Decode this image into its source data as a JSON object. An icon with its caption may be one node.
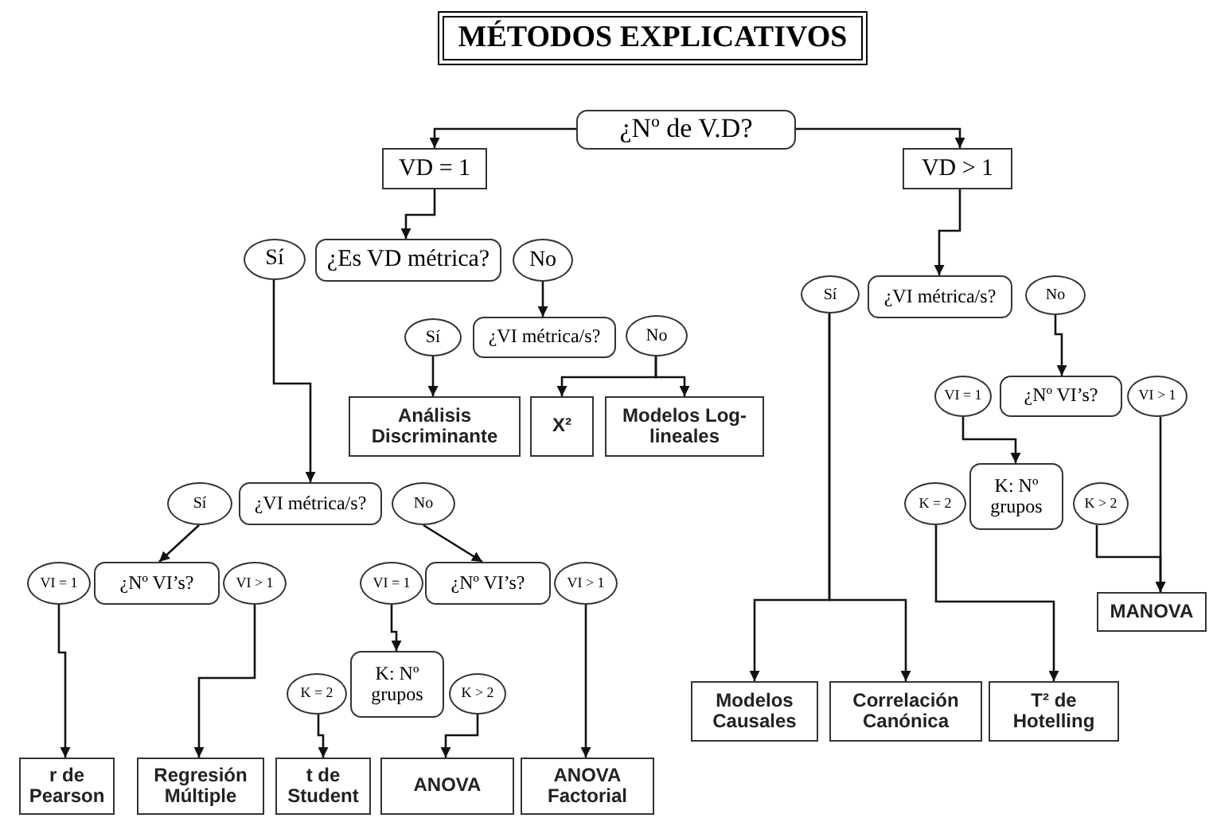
{
  "diagram": {
    "title": "MÉTODOS EXPLICATIVOS",
    "nodes": [
      {
        "text": [
          "¿Nº de V.D?"
        ]
      },
      {
        "text": [
          "VD = 1"
        ]
      },
      {
        "text": [
          "VD > 1"
        ]
      },
      {
        "text": [
          "Sí"
        ]
      },
      {
        "text": [
          "¿Es VD métrica?"
        ]
      },
      {
        "text": [
          "No"
        ]
      },
      {
        "text": [
          "Sí"
        ]
      },
      {
        "text": [
          "¿VI métrica/s?"
        ]
      },
      {
        "text": [
          "No"
        ]
      },
      {
        "text": [
          "Análisis Discriminante"
        ]
      },
      {
        "text": [
          "X²"
        ]
      },
      {
        "text": [
          "Modelos Log-lineales"
        ]
      },
      {
        "text": [
          "Sí"
        ]
      },
      {
        "text": [
          "¿VI métrica/s?"
        ]
      },
      {
        "text": [
          "No"
        ]
      },
      {
        "text": [
          "VI = 1"
        ]
      },
      {
        "text": [
          "¿Nº VI’s?"
        ]
      },
      {
        "text": [
          "VI > 1"
        ]
      },
      {
        "text": [
          "K: Nº grupos"
        ]
      },
      {
        "text": [
          "K = 2"
        ]
      },
      {
        "text": [
          "K > 2"
        ]
      },
      {
        "text": [
          "MANOVA"
        ]
      },
      {
        "text": [
          "Modelos Causales"
        ]
      },
      {
        "text": [
          "Correlación Canónica"
        ]
      },
      {
        "text": [
          "T² de Hotelling"
        ]
      },
      {
        "text": [
          "Sí"
        ]
      },
      {
        "text": [
          "¿VI métrica/s?"
        ]
      },
      {
        "text": [
          "No"
        ]
      },
      {
        "text": [
          "VI = 1"
        ]
      },
      {
        "text": [
          "¿Nº VI’s?"
        ]
      },
      {
        "text": [
          "VI > 1"
        ]
      },
      {
        "text": [
          "VI = 1"
        ]
      },
      {
        "text": [
          "¿Nº VI’s?"
        ]
      },
      {
        "text": [
          "VI > 1"
        ]
      },
      {
        "text": [
          "K: Nº grupos"
        ]
      },
      {
        "text": [
          "K = 2"
        ]
      },
      {
        "text": [
          "K > 2"
        ]
      },
      {
        "text": [
          "r de Pearson"
        ]
      },
      {
        "text": [
          "Regresión Múltiple"
        ]
      },
      {
        "text": [
          "t de Student"
        ]
      },
      {
        "text": [
          "ANOVA"
        ]
      },
      {
        "text": [
          "ANOVA Factorial"
        ]
      }
    ],
    "edges": [
      {
        "from": 0,
        "to": 1,
        "arrow": "to"
      },
      {
        "from": 0,
        "to": 2,
        "arrow": "to"
      },
      {
        "from": 1,
        "to": 4,
        "arrow": "to"
      },
      {
        "from": 5,
        "to": 7,
        "arrow": "to"
      },
      {
        "from": 6,
        "to": 9,
        "arrow": "to"
      },
      {
        "from": 8,
        "to": 10,
        "arrow": "to"
      },
      {
        "from": 8,
        "to": 11,
        "arrow": "to"
      },
      {
        "from": 3,
        "to": 26,
        "arrow": "to"
      },
      {
        "from": 25,
        "to": 29,
        "arrow": "to"
      },
      {
        "from": 27,
        "to": 32,
        "arrow": "to"
      },
      {
        "from": 28,
        "to": 37,
        "arrow": "to"
      },
      {
        "from": 30,
        "to": 38,
        "arrow": "to"
      },
      {
        "from": 31,
        "to": 34,
        "arrow": "to"
      },
      {
        "from": 33,
        "to": 41,
        "arrow": "to"
      },
      {
        "from": 35,
        "to": 39,
        "arrow": "to"
      },
      {
        "from": 36,
        "to": 40,
        "arrow": "to"
      },
      {
        "from": 2,
        "to": 13,
        "arrow": "to"
      },
      {
        "from": 12,
        "to": 22,
        "arrow": "to"
      },
      {
        "from": 12,
        "to": 23,
        "arrow": "to"
      },
      {
        "from": 14,
        "to": 16,
        "arrow": "to"
      },
      {
        "from": 15,
        "to": 18,
        "arrow": "to"
      },
      {
        "from": 19,
        "to": 24,
        "arrow": "to"
      },
      {
        "from": 17,
        "to": 21,
        "arrow": "to"
      },
      {
        "from": 20,
        "to": 21,
        "arrow": "to"
      }
    ]
  }
}
